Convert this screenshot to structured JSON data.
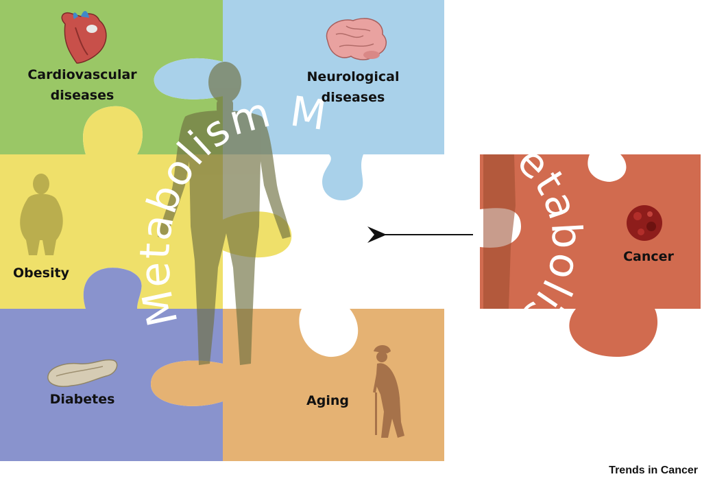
{
  "colors": {
    "cardiovascular": "#9ac766",
    "neurological": "#a9d1ea",
    "obesity": "#efe06a",
    "diabetes": "#8993cd",
    "aging": "#e5b273",
    "cancer": "#d16b4f",
    "silhouette": "#6f7040"
  },
  "labels": {
    "cardiovascular": [
      "Cardiovascular",
      "diseases"
    ],
    "neurological": [
      "Neurological",
      "diseases"
    ],
    "obesity": "Obesity",
    "diabetes": "Diabetes",
    "aging": "Aging",
    "cancer": "Cancer"
  },
  "arc_text": {
    "main": "Metabolism  Met",
    "cancer_piece": "etabolism"
  },
  "footer": {
    "journal": "Trends in Cancer"
  },
  "icons": [
    "heart-icon",
    "brain-icon",
    "obese-person-icon",
    "pancreas-icon",
    "elderly-person-icon",
    "tumor-icon",
    "human-silhouette-icon",
    "arrow-icon"
  ]
}
